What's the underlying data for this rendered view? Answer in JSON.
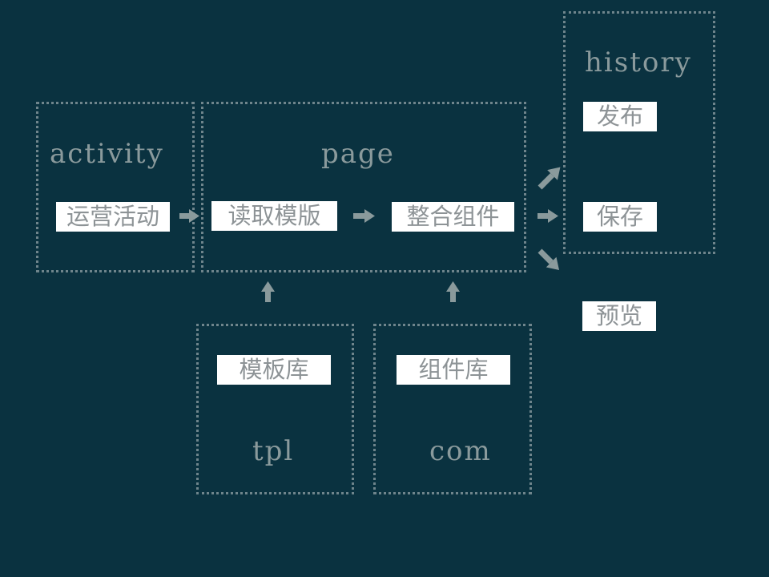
{
  "colors": {
    "background": "#0a3240",
    "border": "#6f858c",
    "group_title": "#8a9a9c",
    "node_fill": "#ffffff",
    "node_text": "#8d9396",
    "arrow": "#8a9a9c"
  },
  "groups": {
    "activity": {
      "title": "activity"
    },
    "page": {
      "title": "page"
    },
    "history": {
      "title": "history"
    },
    "tpl": {
      "title": "tpl"
    },
    "com": {
      "title": "com"
    }
  },
  "nodes": {
    "operation_activity": "运营活动",
    "read_template": "读取模版",
    "integrate_components": "整合组件",
    "publish": "发布",
    "save": "保存",
    "preview": "预览",
    "template_library": "模板库",
    "component_library": "组件库"
  }
}
